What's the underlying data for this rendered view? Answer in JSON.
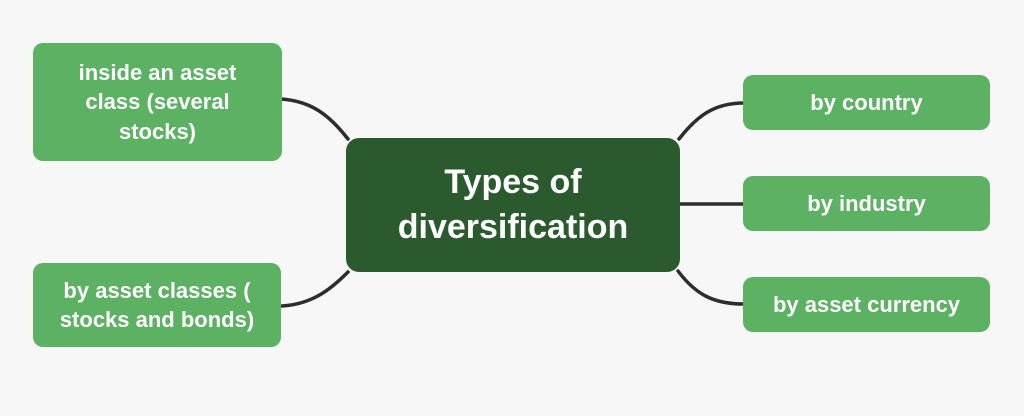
{
  "diagram": {
    "type": "mind-map",
    "title": "Types of diversification",
    "center_node": {
      "id": "types-of-diversification",
      "label": "Types of\ndiversification"
    },
    "nodes": [
      {
        "id": "inside-asset-class",
        "label": "inside an asset\nclass (several\nstocks)",
        "side": "left-top"
      },
      {
        "id": "by-asset-classes",
        "label": "by asset classes (\nstocks and bonds)",
        "side": "left-bottom"
      },
      {
        "id": "by-country",
        "label": "by country",
        "side": "right-top"
      },
      {
        "id": "by-industry",
        "label": "by industry",
        "side": "right-middle"
      },
      {
        "id": "by-asset-currency",
        "label": "by asset currency",
        "side": "right-bottom"
      }
    ],
    "colors": {
      "background": "#f7f7f7",
      "satellite_node": "#5cb163",
      "center_node": "#2b5a2e",
      "connector": "#2d2d2d",
      "text": "#ffffff"
    }
  }
}
